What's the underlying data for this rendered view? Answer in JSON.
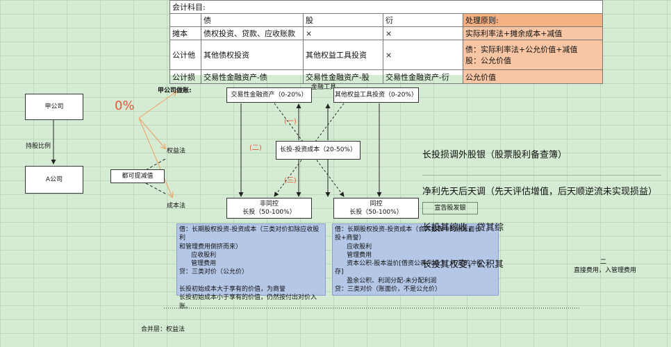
{
  "table": {
    "title": "会计科目:",
    "headers": [
      "债",
      "股",
      "衍",
      "处理原则:"
    ],
    "rows": [
      {
        "label": "摊本",
        "zhai": "债权投资、贷款、应收账款",
        "gu": "×",
        "yan": "×",
        "rule": "实际利率法+摊余成本+减值"
      },
      {
        "label": "公计他",
        "zhai": "其他债权投资",
        "gu": "其他权益工具投资",
        "yan": "×",
        "rule_line1": "债：实际利率法+公允价值+减值",
        "rule_line2": "股：公允价值"
      },
      {
        "label": "公计损",
        "zhai": "交易性金融资产-债",
        "gu": "交易性金融资产-股",
        "yan": "交易性金融资产-衍",
        "rule": "公允价值"
      }
    ]
  },
  "left": {
    "company_a": "甲公司",
    "company_b": "A公司",
    "holding_ratio": "持股比例",
    "percent": "0%",
    "jia_title": "甲公司做账:",
    "equity_method": "权益法",
    "cost_method": "成本法",
    "can_reduce": "都可提减值"
  },
  "diagram": {
    "financial_tools": "金融工具",
    "trading_asset": "交易性金融资产（0-20%）",
    "other_equity": "其他权益工具投资（0-20%）",
    "lt_equity": "长投-投资成本（20-50%）",
    "non_control_line1": "非同控",
    "non_control_line2": "长投（50-100%）",
    "control_line1": "同控",
    "control_line2": "长投（50-100%）",
    "label_one": "(一)",
    "label_two": "(二)",
    "label_three": "(三)",
    "bank_note": "宣告股发银"
  },
  "notes_left": "借：长期股权投资-投资成本（三类对价扣除应收股利\n和管理费用倒挤而来）\n      应收股利\n      管理费用\n贷：三类对价（公允价）\n\n长投初始成本大于享有的价值，为商誉\n长投初始成本小于享有的价值，仍然按付出对价入账。",
  "notes_right": "借：长期股权投资-投资成本（合并报表中的原账面长\n投+商誉）\n      应收股利\n      管理费用\n      资本公积-股本溢价[借资公表示减少，不足的冲留\n存]\n      盈余公积、利润分配-未分配利润\n贷：三类对价（账面价，不是公允价）",
  "big_notes": [
    "长投损调外股银（股票股利备查簿）",
    "净利先天后天调（先天评估增值，后天顺逆流未实现损益）",
    "长投其综收，贷其综",
    "长投其权变，公积其"
  ],
  "right_small": {
    "dash": "二",
    "text": "直接费用，入管理费用"
  },
  "footer": "合并层：权益法",
  "colors": {
    "accent_orange": "#f5b183",
    "notes_blue": "#b4c7e7",
    "red_label": "#e3593a",
    "arrow_orange": "#f0a060"
  }
}
